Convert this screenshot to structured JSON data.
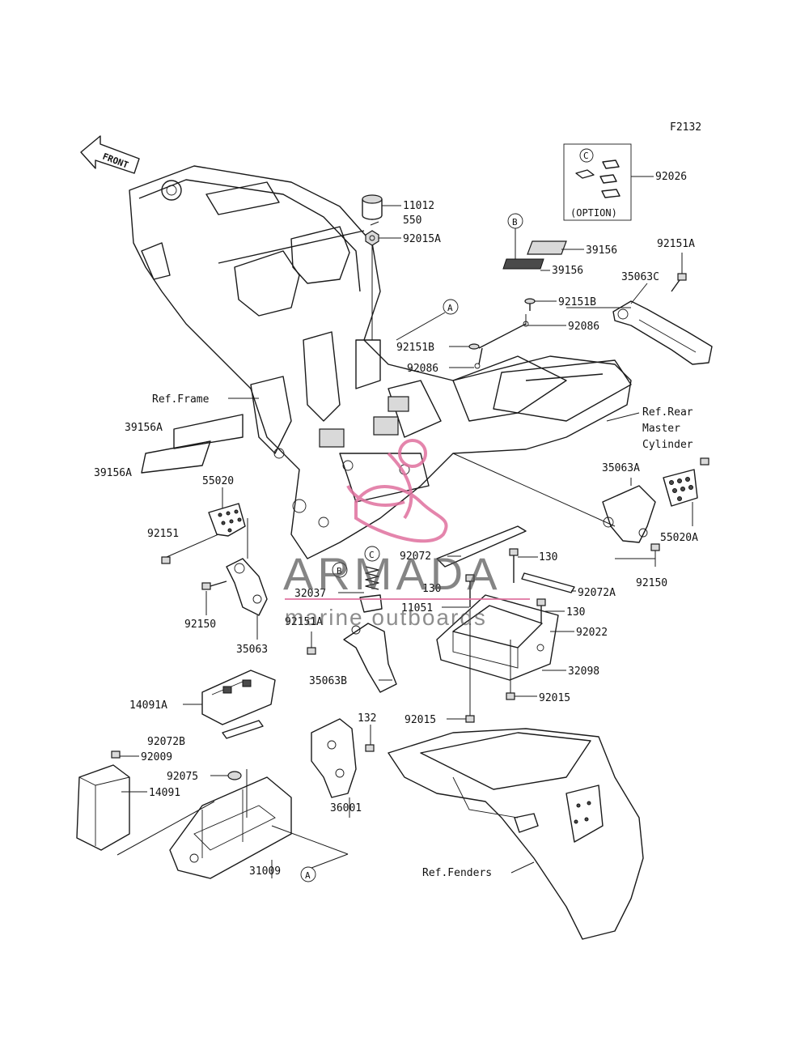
{
  "figure_code": "F2132",
  "front_arrow_label": "FRONT",
  "option_box": {
    "circle_label": "C",
    "caption": "(OPTION)"
  },
  "circle_markers": {
    "A": "A",
    "B": "B",
    "C": "C"
  },
  "callouts": {
    "p11012": "11012",
    "p550": "550",
    "p92015A": "92015A",
    "p92026": "92026",
    "p39156_a": "39156",
    "p39156_b": "39156",
    "p92151A_top": "92151A",
    "p35063C": "35063C",
    "p92151B_top": "92151B",
    "p92086_right": "92086",
    "p92151B_left": "92151B",
    "p92086_left": "92086",
    "ref_frame": "Ref.Frame",
    "ref_rear_master_1": "Ref.Rear",
    "ref_rear_master_2": "Master",
    "ref_rear_master_3": "Cylinder",
    "p39156A_1": "39156A",
    "p39156A_2": "39156A",
    "p55020": "55020",
    "p92151": "92151",
    "p35063A": "35063A",
    "p55020A": "55020A",
    "p92150_right": "92150",
    "p92072": "92072",
    "p130_a": "130",
    "p130_b": "130",
    "p92072A": "92072A",
    "p32037": "32037",
    "p11051": "11051",
    "p130_c": "130",
    "p92150_left": "92150",
    "p92151A_mid": "92151A",
    "p92022": "92022",
    "p35063": "35063",
    "p32098": "32098",
    "p35063B": "35063B",
    "p92015_right": "92015",
    "p14091A": "14091A",
    "p132": "132",
    "p92015_left": "92015",
    "p92072B": "92072B",
    "p92009": "92009",
    "p92075": "92075",
    "p14091": "14091",
    "p36001": "36001",
    "p31009": "31009",
    "ref_fenders": "Ref.Fenders"
  },
  "watermark": {
    "brand": "ARMADA",
    "tagline": "marine outboards",
    "brand_color": "#4d4d4d",
    "accent_color": "#e0709e"
  }
}
